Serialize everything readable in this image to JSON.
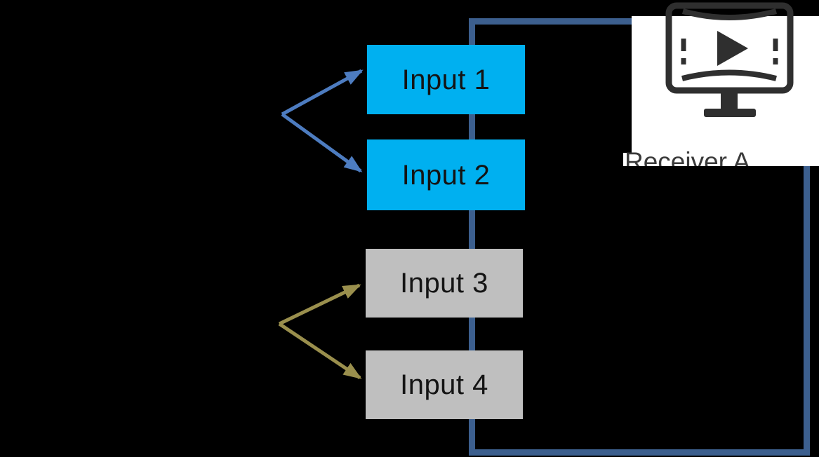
{
  "diagram": {
    "inputs": [
      {
        "label": "Input 1",
        "state": "active"
      },
      {
        "label": "Input 2",
        "state": "active"
      },
      {
        "label": "Input 3",
        "state": "inactive"
      },
      {
        "label": "Input 4",
        "state": "inactive"
      }
    ],
    "receiver": {
      "label": "Receiver A",
      "icon": "video-monitor-icon"
    },
    "connectors": {
      "loop": "bus line linking all inputs to Receiver A",
      "blue_fork_targets": [
        "Input 1",
        "Input 2"
      ],
      "olive_fork_targets": [
        "Input 3",
        "Input 4"
      ]
    }
  },
  "colors": {
    "canvas-bg": "#000000",
    "input-active": "#00b0f0",
    "input-inactive": "#bfbfbf",
    "input-text": "#141414",
    "loop-line": "#3c5f8e",
    "arrow-blue": "#4d7cc0",
    "arrow-olive": "#9a8f4d",
    "icon-dark": "#2f2f2f",
    "receiver-bg": "#ffffff",
    "receiver-text": "#3a3a3a"
  }
}
